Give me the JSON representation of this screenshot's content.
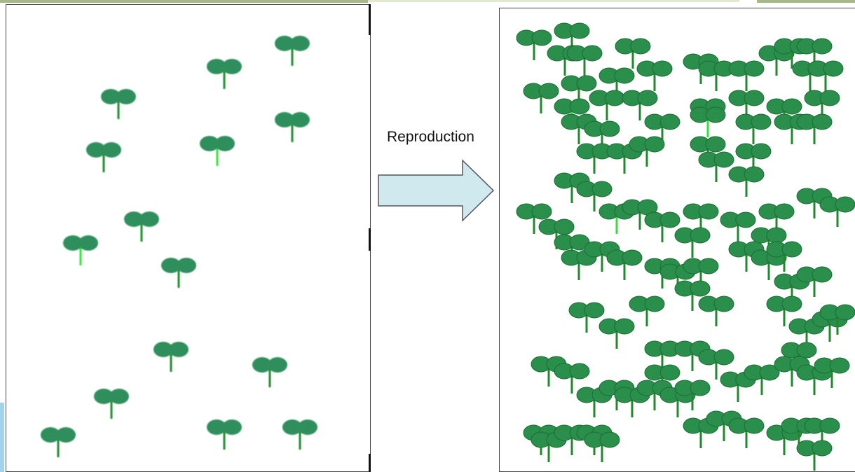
{
  "caption": "Reproduction",
  "colors": {
    "leaf_left": "#2f8f5b",
    "leaf_right": "#2a8f4a",
    "leaf_edge": "#1d6b37",
    "stem": "#1f8a2b",
    "stem_bright": "#33e03a",
    "arrow_fill": "#cfe9ee",
    "arrow_stroke": "#555555"
  },
  "icons": {
    "seedling": "seedling-icon",
    "arrow": "right-arrow-icon"
  },
  "panels": [
    "before-reproduction",
    "after-reproduction"
  ]
}
